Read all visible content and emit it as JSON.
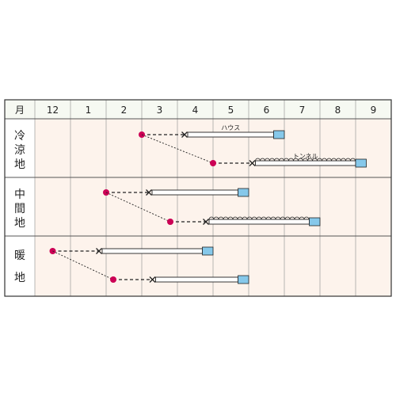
{
  "header": {
    "month_label": "月",
    "months": [
      "12",
      "1",
      "2",
      "3",
      "4",
      "5",
      "6",
      "7",
      "8",
      "9"
    ]
  },
  "regions": [
    {
      "name": "冷涼地",
      "chars": [
        "冷",
        "涼",
        "地"
      ]
    },
    {
      "name": "中間地",
      "chars": [
        "中",
        "間",
        "地"
      ]
    },
    {
      "name": "暖地",
      "chars": [
        "暖",
        "地"
      ]
    }
  ],
  "legend_like_labels": {
    "house": "ハウス",
    "tunnel": "トンネル"
  },
  "colors": {
    "grid_fill": "#fdf3ec",
    "header_fill": "#f6f9f2",
    "sowing_dot": "#cc0055",
    "harvest_box": "#86c8ea",
    "line": "#222222"
  },
  "chart_data": {
    "type": "table",
    "note_columns": [
      "12",
      "1",
      "2",
      "3",
      "4",
      "5",
      "6",
      "7",
      "8",
      "9"
    ],
    "rows": [
      {
        "region": "冷涼地",
        "label": "ハウス",
        "cover": "house",
        "sow": 3.0,
        "plant": 4.2,
        "harvest_start": 6.7,
        "harvest_end": 7.0
      },
      {
        "region": "冷涼地",
        "label": "トンネル",
        "cover": "tunnel",
        "sow": 5.0,
        "plant": 6.1,
        "harvest_start": 9.0,
        "harvest_end": 9.3
      },
      {
        "region": "中間地",
        "label": "",
        "cover": "house",
        "sow": 2.0,
        "plant": 3.2,
        "harvest_start": 5.7,
        "harvest_end": 6.0
      },
      {
        "region": "中間地",
        "label": "",
        "cover": "tunnel",
        "sow": 3.8,
        "plant": 4.8,
        "harvest_start": 7.7,
        "harvest_end": 8.0
      },
      {
        "region": "暖地",
        "label": "",
        "cover": "house",
        "sow": 0.5,
        "plant": 1.8,
        "harvest_start": 4.7,
        "harvest_end": 5.0
      },
      {
        "region": "暖地",
        "label": "",
        "cover": "house",
        "sow": 2.2,
        "plant": 3.3,
        "harvest_start": 5.7,
        "harvest_end": 6.0
      }
    ]
  }
}
